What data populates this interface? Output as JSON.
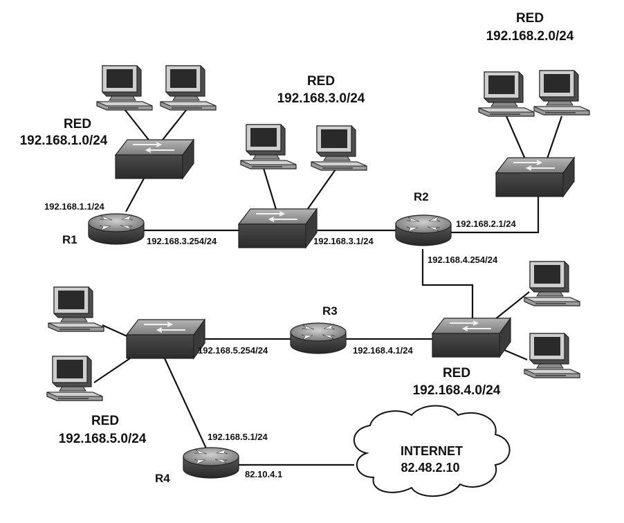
{
  "networks": {
    "net1": {
      "name": "RED",
      "cidr": "192.168.1.0/24"
    },
    "net2": {
      "name": "RED",
      "cidr": "192.168.2.0/24"
    },
    "net3": {
      "name": "RED",
      "cidr": "192.168.3.0/24"
    },
    "net4": {
      "name": "RED",
      "cidr": "192.168.4.0/24"
    },
    "net5": {
      "name": "RED",
      "cidr": "192.168.5.0/24"
    }
  },
  "routers": {
    "r1": {
      "label": "R1",
      "ip_a": "192.168.1.1/24",
      "ip_b": "192.168.3.254/24"
    },
    "r2": {
      "label": "R2",
      "ip_a": "192.168.3.1/24",
      "ip_b": "192.168.2.1/24",
      "ip_c": "192.168.4.254/24"
    },
    "r3": {
      "label": "R3",
      "ip_a": "192.168.5.254/24",
      "ip_b": "192.168.4.1/24"
    },
    "r4": {
      "label": "R4",
      "ip_a": "192.168.5.1/24",
      "ip_b": "82.10.4.1"
    }
  },
  "internet": {
    "label": "INTERNET",
    "ip": "82.48.2.10"
  },
  "colors": {
    "device_dark": "#3b3b3b",
    "device_light": "#9a9a9a",
    "screen": "#2a2a2a",
    "line": "#111111"
  }
}
